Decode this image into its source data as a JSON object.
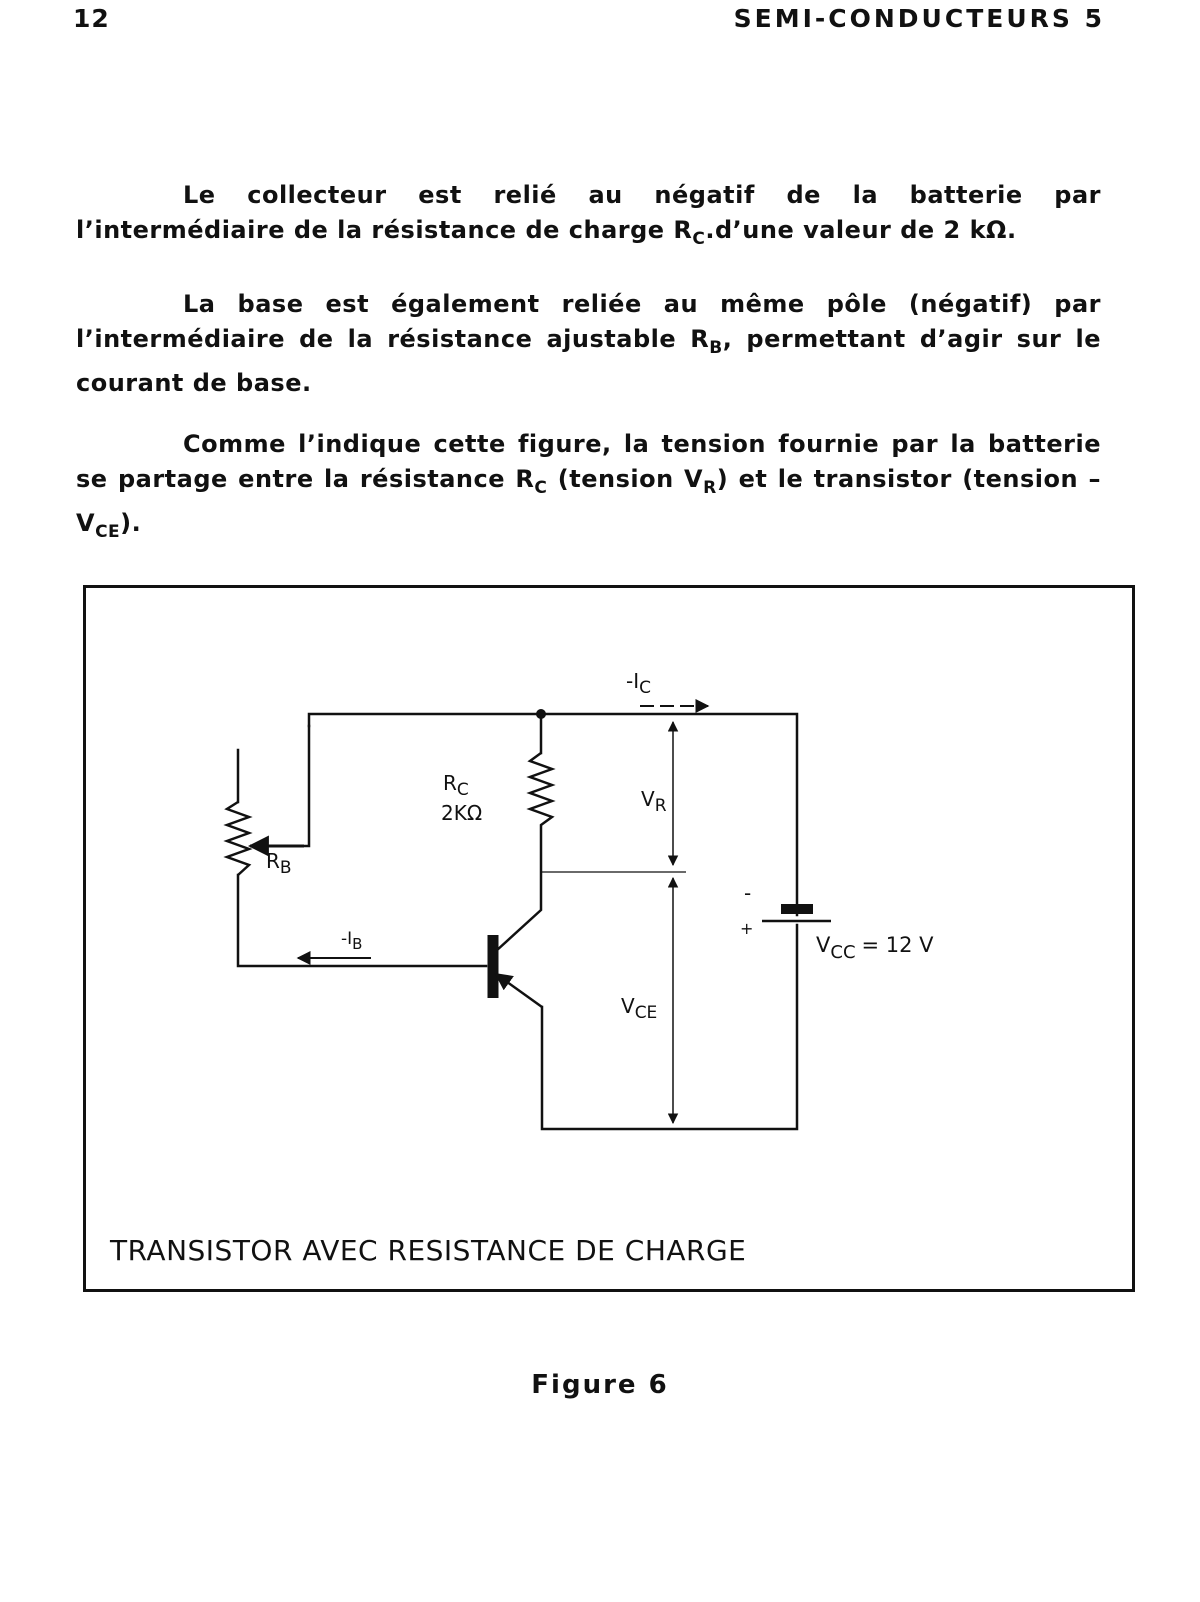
{
  "header": {
    "page_number": "12",
    "running_title": "SEMI-CONDUCTEURS 5"
  },
  "paragraphs": {
    "p1_a": "Le collecteur est relié au négatif de la batterie par l’intermédiaire de la résistance de charge R",
    "p1_sub": "C",
    "p1_b": ".d’une valeur de 2 kΩ.",
    "p2_a": "La base est également reliée au même pôle (négatif) par l’intermédiaire de la résistance ajustable R",
    "p2_sub": "B",
    "p2_b": ", permettant d’agir sur le courant de base.",
    "p3_a": "Comme l’indique cette figure, la tension fournie par la batterie se partage entre la résistance R",
    "p3_sub1": "C",
    "p3_b": " (tension V",
    "p3_sub2": "R",
    "p3_c": ") et le transistor (tension – V",
    "p3_sub3": "CE",
    "p3_d": ")."
  },
  "figure": {
    "box_title": "TRANSISTOR AVEC RESISTANCE DE CHARGE",
    "caption": "Figure 6",
    "labels": {
      "ic": "-I",
      "ic_sub": "C",
      "rc": "R",
      "rc_sub": "C",
      "rc_value": "2KΩ",
      "vr": "V",
      "vr_sub": "R",
      "rb": "R",
      "rb_sub": "B",
      "ib": "-I",
      "ib_sub": "B",
      "vce": "V",
      "vce_sub": "CE",
      "battery_minus": "-",
      "battery_plus": "+",
      "vcc": "V",
      "vcc_sub": "CC",
      "vcc_value": "= 12 V"
    }
  },
  "colors": {
    "ink": "#111111",
    "paper": "#ffffff"
  }
}
